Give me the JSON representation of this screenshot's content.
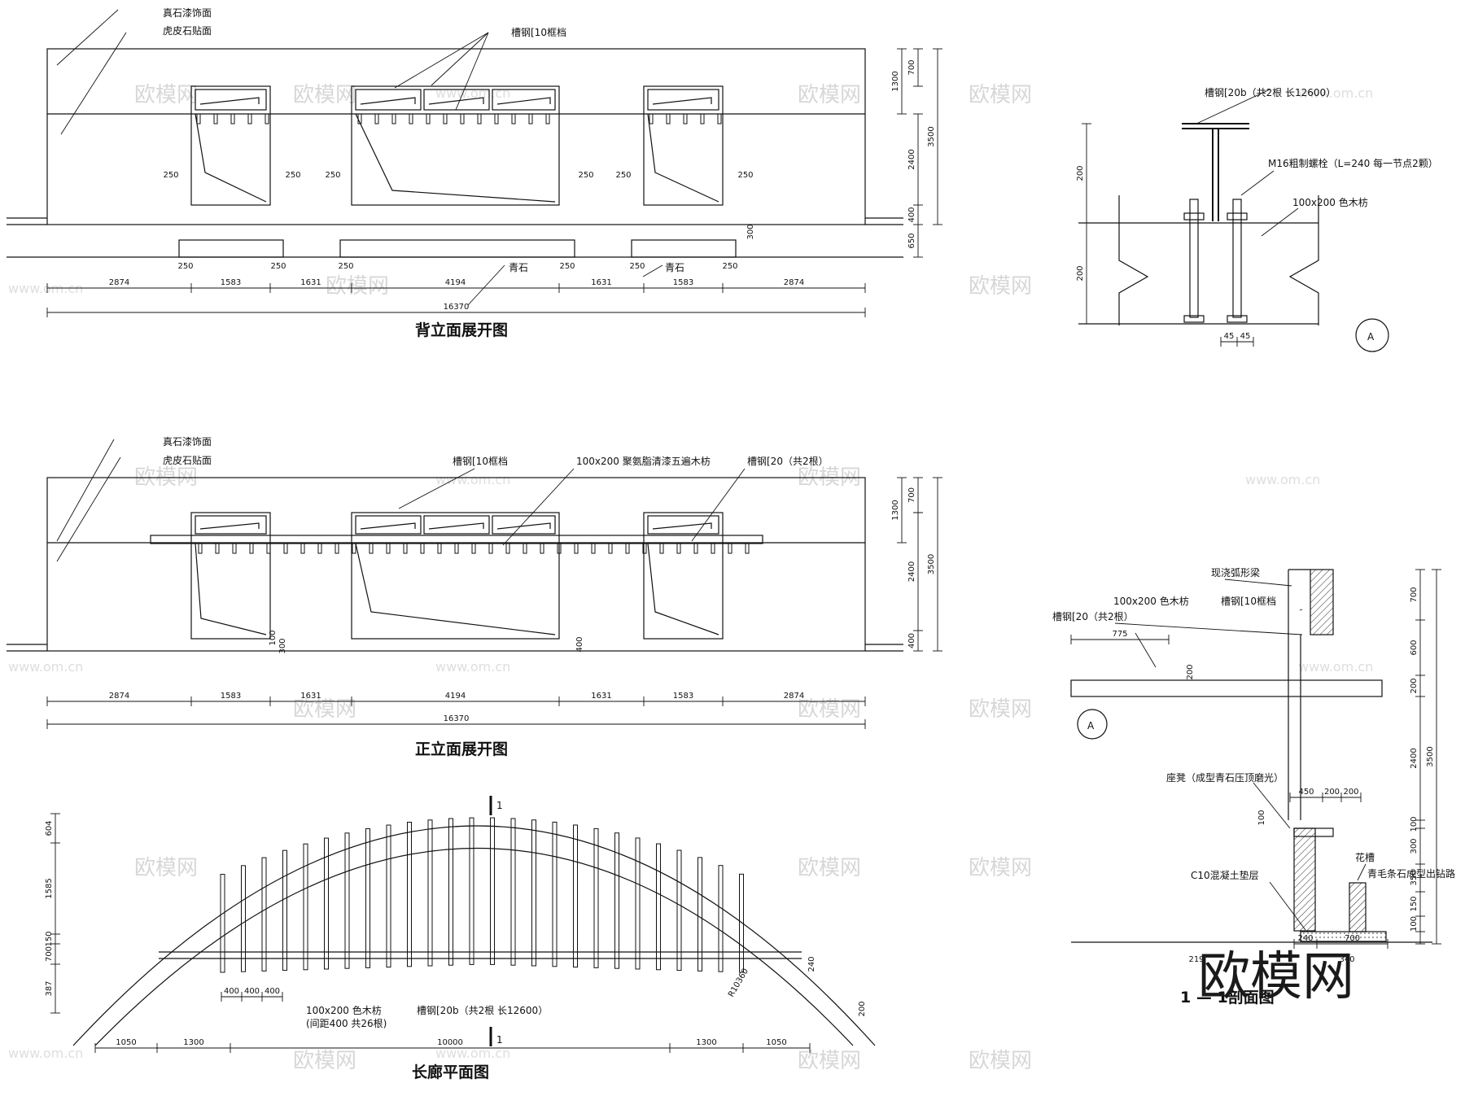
{
  "watermark": {
    "mark": "欧模网",
    "url": "www.om.cn",
    "brand": "欧模网"
  },
  "back_elevation": {
    "title": "背立面展开图",
    "labels": {
      "finish_paint": "真石漆饰面",
      "finish_stone": "虎皮石贴面",
      "channel": "槽钢[10框档",
      "bluestone_1": "青石",
      "bluestone_2": "青石"
    },
    "dims_bottom": [
      "2874",
      "1583",
      "1631",
      "4194",
      "1631",
      "1583",
      "2874"
    ],
    "total": "16370",
    "gaps": [
      "250",
      "250",
      "250",
      "250",
      "250",
      "250"
    ],
    "side_250": [
      "250",
      "250",
      "250",
      "250",
      "250",
      "250"
    ],
    "dims_right": [
      "700",
      "1300",
      "2400",
      "400",
      "650"
    ],
    "total_right": "3500",
    "step": "300"
  },
  "front_elevation": {
    "title": "正立面展开图",
    "labels": {
      "finish_paint": "真石漆饰面",
      "finish_stone": "虎皮石贴面",
      "channel": "槽钢[10框档",
      "beam": "100x200 聚氨脂清漆五遍木枋",
      "channel20": "槽钢[20（共2根）"
    },
    "dims_bottom": [
      "2874",
      "1583",
      "1631",
      "4194",
      "1631",
      "1583",
      "2874"
    ],
    "total": "16370",
    "dims_right": [
      "700",
      "1300",
      "2400",
      "400"
    ],
    "total_right": "3500",
    "small": [
      "100",
      "300",
      "400"
    ]
  },
  "plan": {
    "title": "长廊平面图",
    "section_mark": "1",
    "labels": {
      "timber": "100x200 色木枋",
      "timber_note": "(间距400 共26根)",
      "channel": "槽钢[20b（共2根 长12600）",
      "radius": "R10360"
    },
    "dims_bottom": [
      "1050",
      "1300",
      "10000",
      "1300",
      "1050"
    ],
    "dims_small": [
      "400",
      "400",
      "400"
    ],
    "dims_left": [
      "604",
      "1585",
      "150",
      "700",
      "387"
    ],
    "dims_side": [
      "240",
      "200"
    ]
  },
  "detail_a": {
    "tag": "A",
    "labels": {
      "channel": "槽钢[20b（共2根 长12600）",
      "bolt": "M16粗制螺栓（L=240 每一节点2颗）",
      "timber": "100x200 色木枋"
    },
    "dims_left": [
      "200",
      "200"
    ],
    "dims_bottom": [
      "45",
      "45"
    ]
  },
  "section": {
    "title": "1 — 1剖面图",
    "tag": "A",
    "labels": {
      "beam": "现浇弧形梁",
      "timber": "100x200 色木枋",
      "channel10": "槽钢[10框档",
      "channel20": "槽钢[20（共2根）",
      "seat": "座凳（成型青石压顶磨光）",
      "planter": "花槽",
      "path": "青毛条石成型出钻路",
      "concrete": "C10混凝土垫层"
    },
    "dims_top": [
      "775",
      "200"
    ],
    "dims_seat": [
      "450",
      "200",
      "200"
    ],
    "dims_right": [
      "700",
      "600",
      "200",
      "2400",
      "100",
      "300",
      "350",
      "150",
      "100"
    ],
    "total_right": "3500",
    "dims_base": [
      "240",
      "700"
    ],
    "dims_ground": [
      "219",
      "340"
    ],
    "seat_h": "100"
  }
}
